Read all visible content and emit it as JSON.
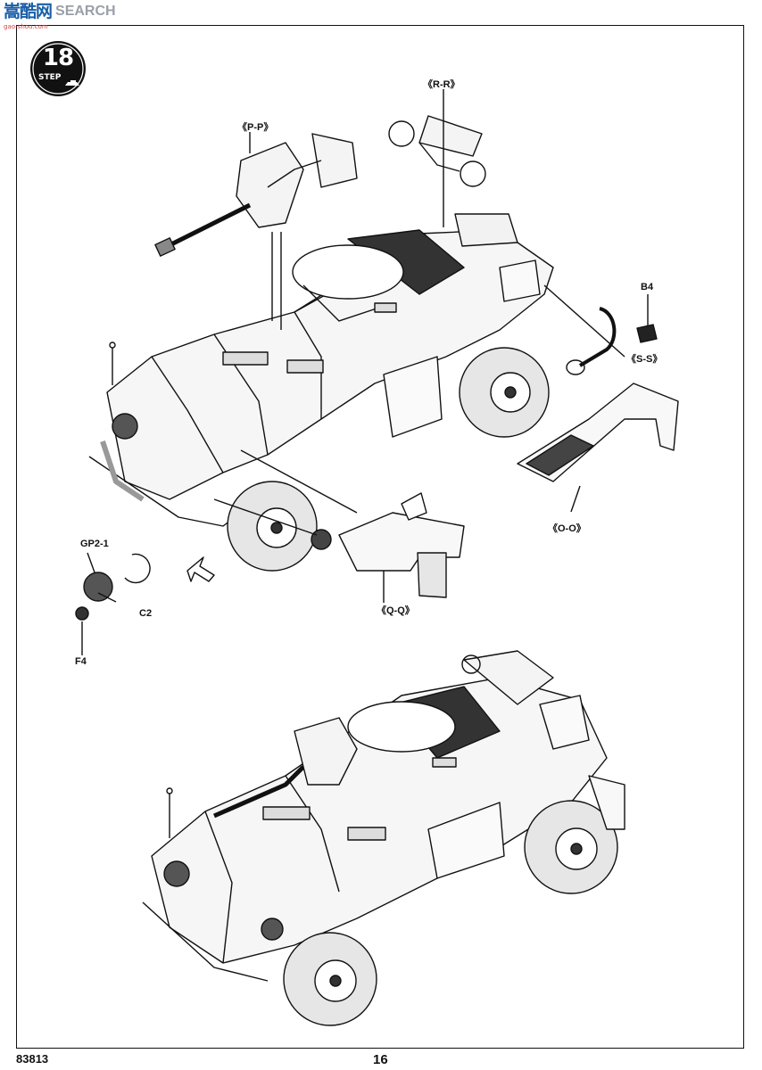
{
  "watermark": {
    "logo": "嵩酷网",
    "search": "SEARCH",
    "url": "gao-shou.com"
  },
  "step": {
    "number": "18",
    "word": "STEP"
  },
  "callouts": {
    "pp": "《P-P》",
    "rr": "《R-R》",
    "b4": "B4",
    "ss": "《S-S》",
    "oo": "《O-O》",
    "qq": "《Q-Q》",
    "gp21": "GP2-1",
    "c2": "C2",
    "f4": "F4"
  },
  "footer": {
    "code": "83813",
    "page": "16"
  }
}
